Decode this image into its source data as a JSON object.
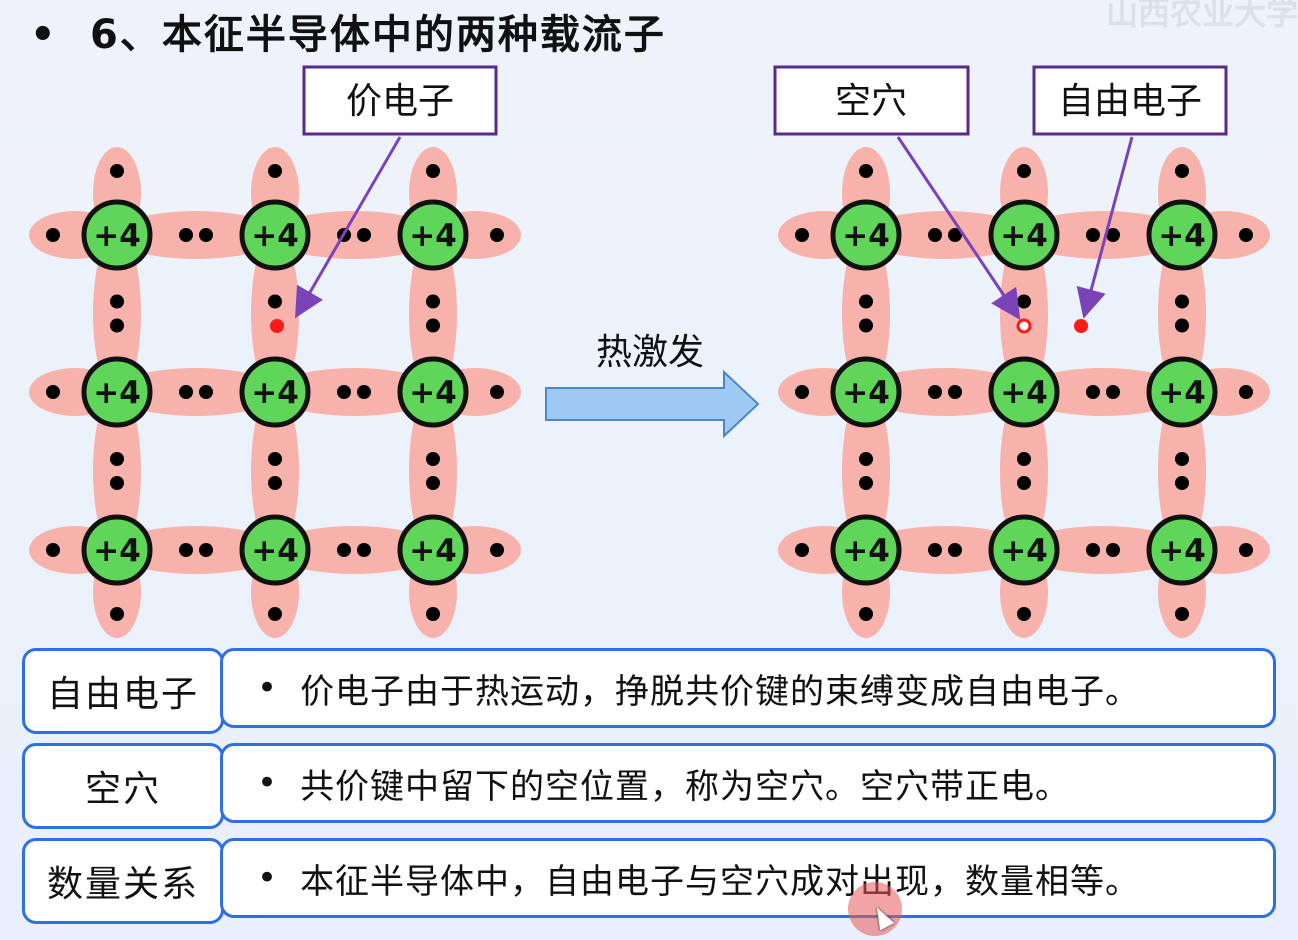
{
  "title": {
    "bullet": "•",
    "text": "6、本征半导体中的两种载流子"
  },
  "watermark": "山西农业大学",
  "callouts": {
    "valence_electron": "价电子",
    "hole": "空穴",
    "free_electron": "自由电子"
  },
  "arrow_label": "热激发",
  "core_label": "+4",
  "colors": {
    "core_fill": "#5fd55a",
    "bond_fill": "#f7b3ab",
    "callout_border": "#5a2a8a",
    "pointer": "#7b43b8",
    "excited_electron": "#ff1a1a",
    "arrow_fill": "#9ec9f2",
    "table_border": "#2f6fe4"
  },
  "table": [
    {
      "key": "自由电子",
      "bullet": "•",
      "value": "价电子由于热运动，挣脱共价键的束缚变成自由电子。"
    },
    {
      "key": "空穴",
      "bullet": "•",
      "value": "共价键中留下的空位置，称为空穴。空穴带正电。"
    },
    {
      "key": "数量关系",
      "bullet": "•",
      "value": "本征半导体中，自由电子与空穴成对出现，数量相等。"
    }
  ]
}
